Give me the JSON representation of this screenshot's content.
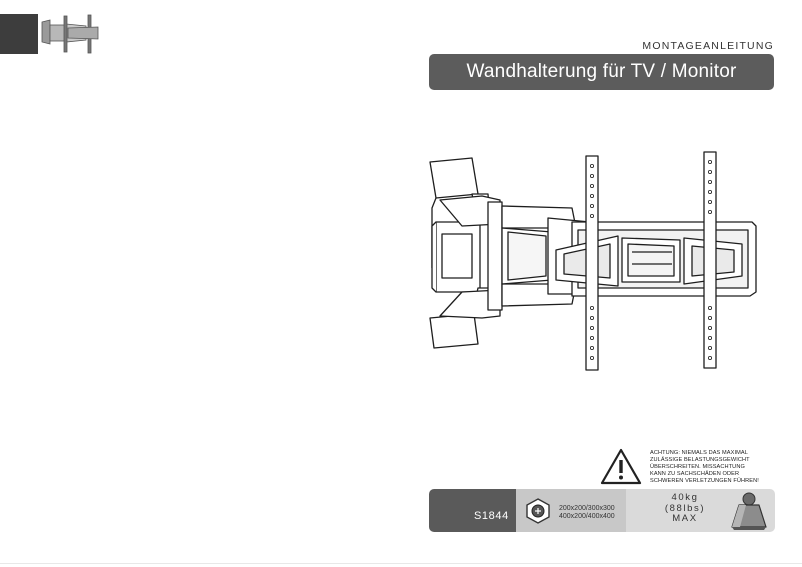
{
  "header": {
    "doc_label": "MONTAGEANLEITUNG",
    "title": "Wandhalterung für TV / Monitor"
  },
  "warning": {
    "lines": [
      "ACHTUNG: NIEMALS DAS MAXIMAL",
      "ZULÄSSIGE BELASTUNGSGEWICHT",
      "ÜBERSCHREITEN. MISSACHTUNG",
      "KANN ZU SACHSCHÄDEN ODER",
      "SCHWEREN VERLETZUNGEN FÜHREN!"
    ]
  },
  "spec": {
    "model": "S1844",
    "vesa_line1": "200x200/300x300",
    "vesa_line2": "400x200/400x400",
    "load_line1": "40kg",
    "load_line2": "(88lbs)",
    "load_line3": "MAX"
  },
  "colors": {
    "dark_gray": "#5a5a5a",
    "mid_gray": "#c8c8c8",
    "light_gray": "#dadada"
  },
  "icons": [
    "warning-triangle-icon",
    "vesa-mount-icon",
    "weight-icon",
    "product-thumbnail",
    "tv-wall-mount-illustration"
  ]
}
